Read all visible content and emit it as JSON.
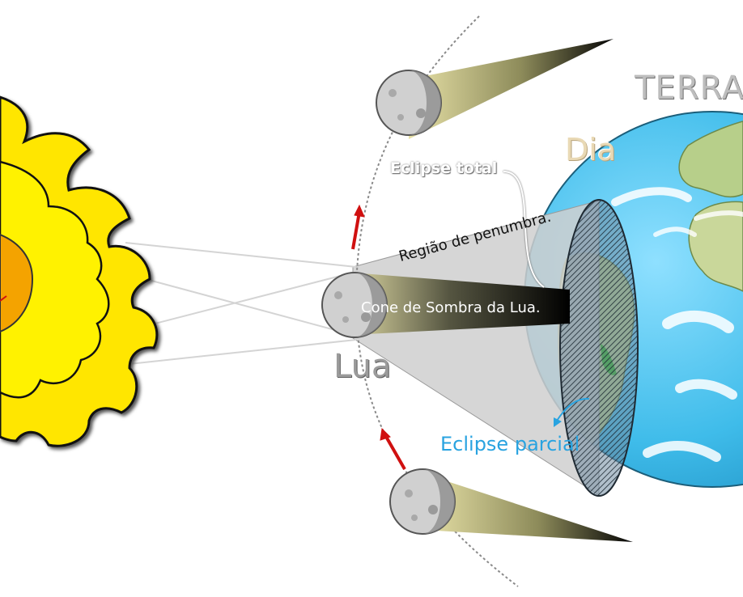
{
  "labels": {
    "terra": "TERRA",
    "dia": "Dia",
    "lua": "Lua",
    "eclipse_total": "Eclipse total",
    "eclipse_parcial": "Eclipse parcial",
    "cone_sombra": "Cone de Sombra da Lua.",
    "regiao_penumbra": "Região de penumbra."
  },
  "colors": {
    "sun": "#ffe600",
    "sun_outline": "#111111",
    "ocean": "#43c1f0",
    "land": "#b7cf8a",
    "moon": "#d0d0d0",
    "umbra": "#000000",
    "penumbra": "#cfcfcf",
    "orbit_arrow": "#d01010",
    "parcial_arrow": "#29a3e0"
  }
}
